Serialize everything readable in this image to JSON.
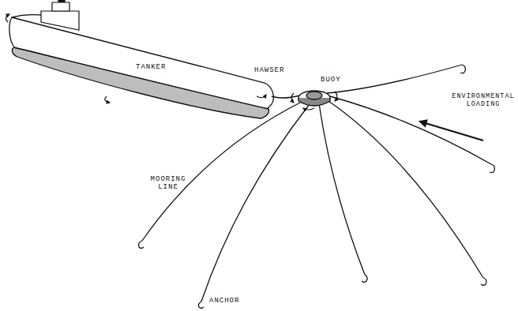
{
  "diagram": {
    "labels": [
      "TANKER",
      "HAWSER",
      "BUOY",
      "ENVIRONMENTAL LOADING",
      "MOORING LINE",
      "ANCHOR"
    ]
  }
}
